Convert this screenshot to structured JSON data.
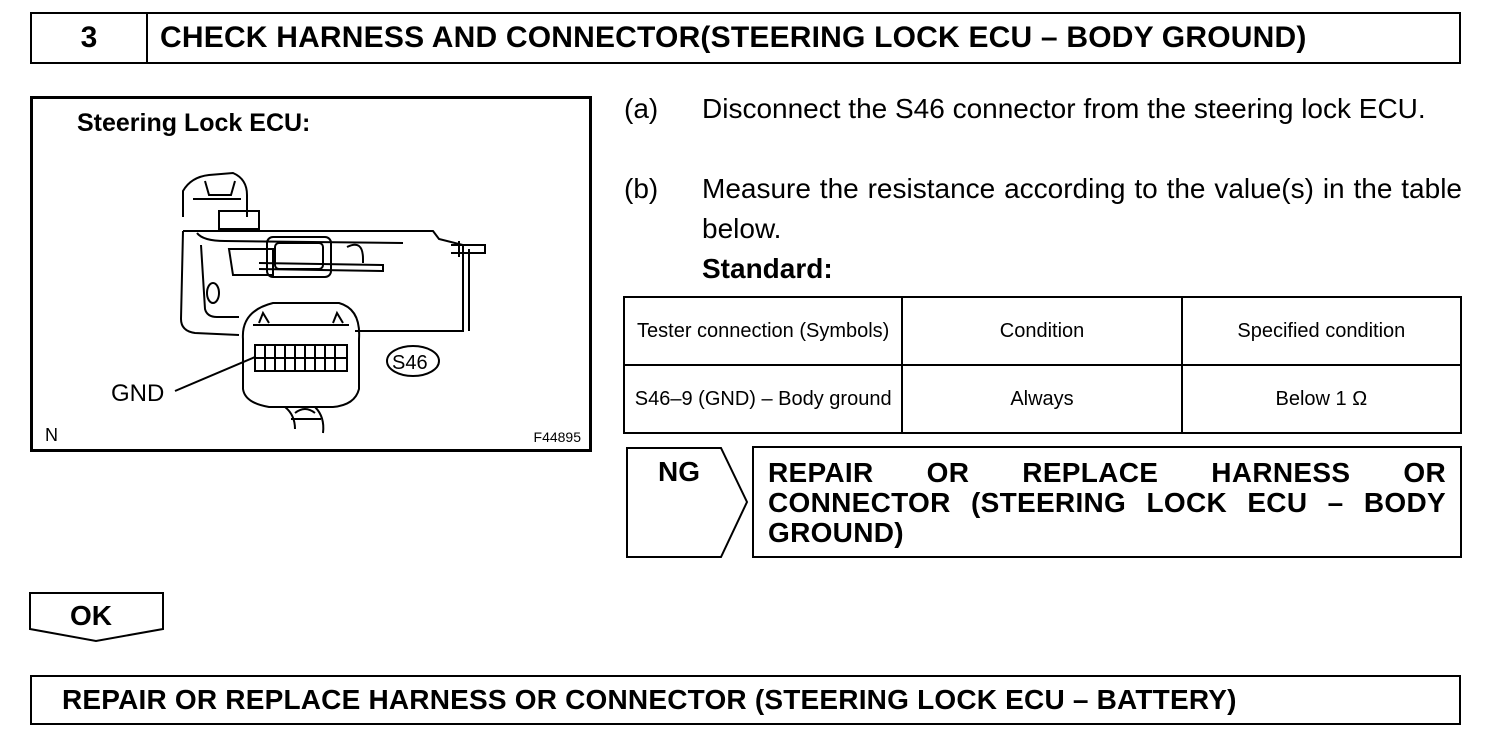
{
  "step": {
    "number": "3",
    "title": "CHECK HARNESS AND CONNECTOR(STEERING LOCK ECU – BODY GROUND)"
  },
  "figure": {
    "caption": "Steering Lock ECU:",
    "labels": {
      "gnd": "GND",
      "connector": "S46"
    },
    "corner_mark": "N",
    "figure_id": "F44895"
  },
  "instructions": [
    {
      "label": "(a)",
      "text": "Disconnect the S46 connector from the steering lock ECU."
    },
    {
      "label": "(b)",
      "text": "Measure the resistance according to the value(s) in the table below."
    }
  ],
  "standard_label": "Standard:",
  "table": {
    "headers": [
      "Tester connection (Symbols)",
      "Condition",
      "Specified condition"
    ],
    "rows": [
      [
        "S46–9 (GND) – Body ground",
        "Always",
        "Below 1 Ω"
      ]
    ]
  },
  "ng": {
    "label": "NG",
    "action": "REPAIR OR REPLACE HARNESS OR CONNECTOR (STEERING LOCK ECU – BODY GROUND)"
  },
  "ok": {
    "label": "OK"
  },
  "final_action": "REPAIR OR REPLACE HARNESS OR CONNECTOR (STEERING LOCK ECU – BATTERY)"
}
